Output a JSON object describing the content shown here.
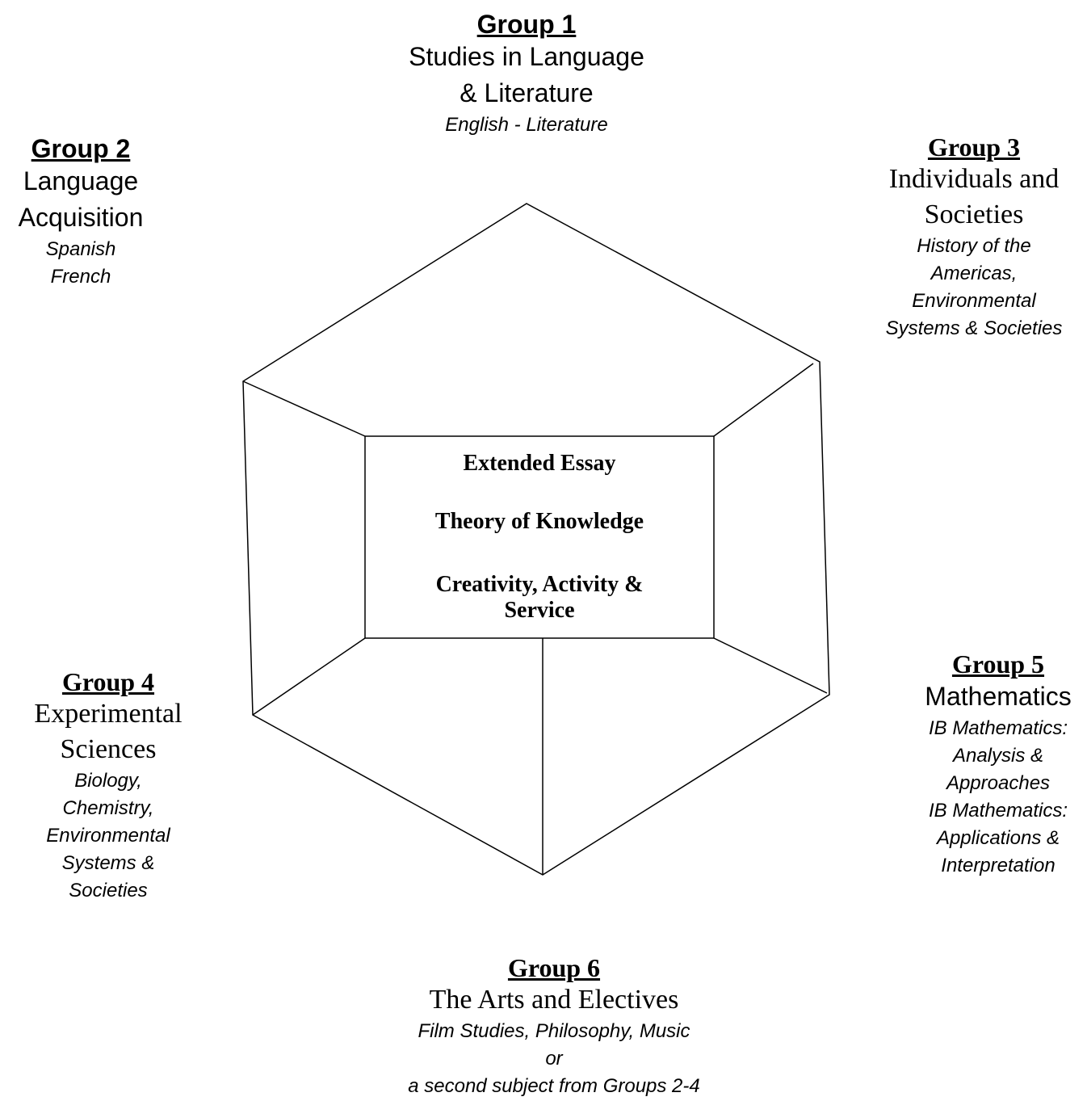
{
  "groups": {
    "g1": {
      "title": "Group 1",
      "name": [
        "Studies in Language",
        "& Literature"
      ],
      "subjects": [
        "English - Literature"
      ]
    },
    "g2": {
      "title": "Group 2",
      "name": [
        "Language",
        "Acquisition"
      ],
      "subjects": [
        "Spanish",
        "French"
      ]
    },
    "g3": {
      "title": "Group 3",
      "name": [
        "Individuals and",
        "Societies"
      ],
      "subjects": [
        "History of the",
        "Americas,",
        "Environmental",
        "Systems & Societies"
      ]
    },
    "g4": {
      "title": "Group 4",
      "name": [
        "Experimental",
        "Sciences"
      ],
      "subjects": [
        "Biology,",
        "Chemistry,",
        "Environmental",
        "Systems &",
        "Societies"
      ]
    },
    "g5": {
      "title": "Group 5",
      "name": [
        "Mathematics"
      ],
      "subjects": [
        "IB Mathematics:",
        "Analysis &",
        "Approaches",
        "IB Mathematics:",
        "Applications &",
        "Interpretation"
      ]
    },
    "g6": {
      "title": "Group 6",
      "name": [
        "The Arts and Electives"
      ],
      "subjects": [
        "Film Studies, Philosophy, Music",
        "or",
        "a second subject from Groups 2-4"
      ]
    }
  },
  "core": {
    "items": [
      "Extended Essay",
      "Theory of Knowledge",
      "Creativity, Activity &",
      "Service"
    ]
  }
}
